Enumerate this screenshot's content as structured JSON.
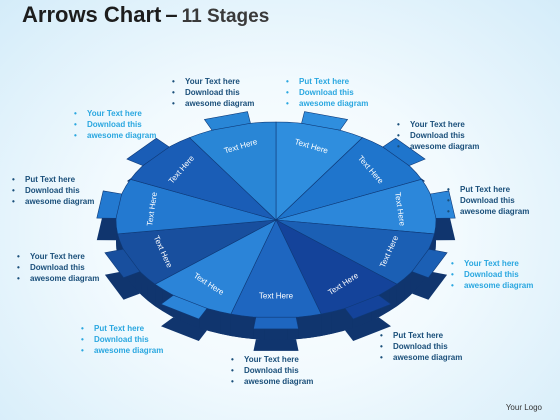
{
  "title": {
    "main": "Arrows Chart",
    "dash": "–",
    "stages": "11 Stages"
  },
  "logo": "Your Logo",
  "colors": {
    "side": "#10356e",
    "faces": [
      "#2f8ede",
      "#1f75cc",
      "#2c87da",
      "#1b5fb4",
      "#14439a",
      "#1e66c0",
      "#2b84d8",
      "#184f9e",
      "#2379d0",
      "#1a5db6",
      "#2986d6"
    ]
  },
  "segments": [
    {
      "label": "Text Here"
    },
    {
      "label": "Text Here"
    },
    {
      "label": "Text Here"
    },
    {
      "label": "Text Here"
    },
    {
      "label": "Text Here"
    },
    {
      "label": "Text Here"
    },
    {
      "label": "Text Here"
    },
    {
      "label": "Text Here"
    },
    {
      "label": "Text Here"
    },
    {
      "label": "Text Here"
    },
    {
      "label": "Text Here"
    }
  ],
  "callouts": [
    {
      "line1": "Your Text here",
      "line2": "Download this",
      "line3": "awesome diagram",
      "tone": "dark"
    },
    {
      "line1": "Put Text here",
      "line2": "Download this",
      "line3": "awesome diagram",
      "tone": "light"
    },
    {
      "line1": "Your Text here",
      "line2": "Download this",
      "line3": "awesome diagram",
      "tone": "light"
    },
    {
      "line1": "Your Text here",
      "line2": "Download this",
      "line3": "awesome diagram",
      "tone": "dark"
    },
    {
      "line1": "Put Text here",
      "line2": "Download this",
      "line3": "awesome diagram",
      "tone": "dark"
    },
    {
      "line1": "Put Text here",
      "line2": "Download this",
      "line3": "awesome diagram",
      "tone": "dark"
    },
    {
      "line1": "Your Text here",
      "line2": "Download this",
      "line3": "awesome diagram",
      "tone": "dark"
    },
    {
      "line1": "Your Text here",
      "line2": "Download this",
      "line3": "awesome diagram",
      "tone": "light"
    },
    {
      "line1": "Put Text here",
      "line2": "Download this",
      "line3": "awesome diagram",
      "tone": "light"
    },
    {
      "line1": "Put Text here",
      "line2": "Download this",
      "line3": "awesome diagram",
      "tone": "dark"
    },
    {
      "line1": "Your Text here",
      "line2": "Download this",
      "line3": "awesome diagram",
      "tone": "dark"
    }
  ]
}
